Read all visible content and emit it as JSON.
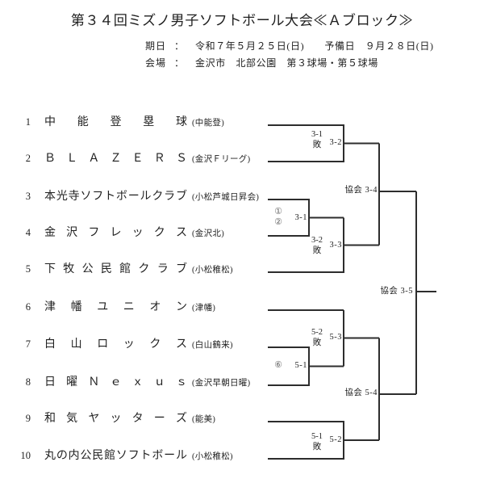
{
  "title": "第３４回ミズノ男子ソフトボール大会≪Ａブロック≫",
  "info": {
    "colon": "：",
    "date_label": "期日",
    "date_value": "令和７年５月２５日(日)　　予備日　９月２８日(日)",
    "venue_label": "会場",
    "venue_value": "金沢市　北部公園　第３球場・第５球場"
  },
  "teams": [
    {
      "no": "1",
      "name": "中能登塁球",
      "affiliation": "(中能登)"
    },
    {
      "no": "2",
      "name": "ＢＬＡＺＥＲＳ",
      "affiliation": "(金沢Ｆリーグ)"
    },
    {
      "no": "3",
      "name": "本光寺ソフトボールクラブ",
      "affiliation": "(小松芦城日昇会)"
    },
    {
      "no": "4",
      "name": "金沢フレックス",
      "affiliation": "(金沢北)"
    },
    {
      "no": "5",
      "name": "下牧公民館クラブ",
      "affiliation": "(小松稚松)"
    },
    {
      "no": "6",
      "name": "津幡ユニオン",
      "affiliation": "(津幡)"
    },
    {
      "no": "7",
      "name": "白山ロックス",
      "affiliation": "(白山鶴来)"
    },
    {
      "no": "8",
      "name": "日曜Ｎｅｘｕｓ",
      "affiliation": "(金沢早朝日曜)"
    },
    {
      "no": "9",
      "name": "和気ヤッターズ",
      "affiliation": "(能美)"
    },
    {
      "no": "10",
      "name": "丸の内公民館ソフトボール",
      "affiliation": "(小松稚松)"
    }
  ],
  "bracket": {
    "games": {
      "g31": {
        "number": "3-1",
        "umpire_line1": "①",
        "umpire_line2": "②"
      },
      "g32": {
        "number": "3-2",
        "umpire_line1": "3-1",
        "umpire_line2": "敗"
      },
      "g33": {
        "number": "3-3",
        "umpire_line1": "3-2",
        "umpire_line2": "敗"
      },
      "g34": {
        "number": "協会 3-4"
      },
      "g51": {
        "number": "5-1",
        "umpire_line1": "⑥"
      },
      "g52": {
        "number": "5-2",
        "umpire_line1": "5-1",
        "umpire_line2": "敗"
      },
      "g53": {
        "number": "5-3",
        "umpire_line1": "5-2",
        "umpire_line2": "敗"
      },
      "g54": {
        "number": "協会 5-4"
      },
      "final": {
        "number": "協会 3-5"
      }
    },
    "line_color": "#2d2d2d"
  }
}
